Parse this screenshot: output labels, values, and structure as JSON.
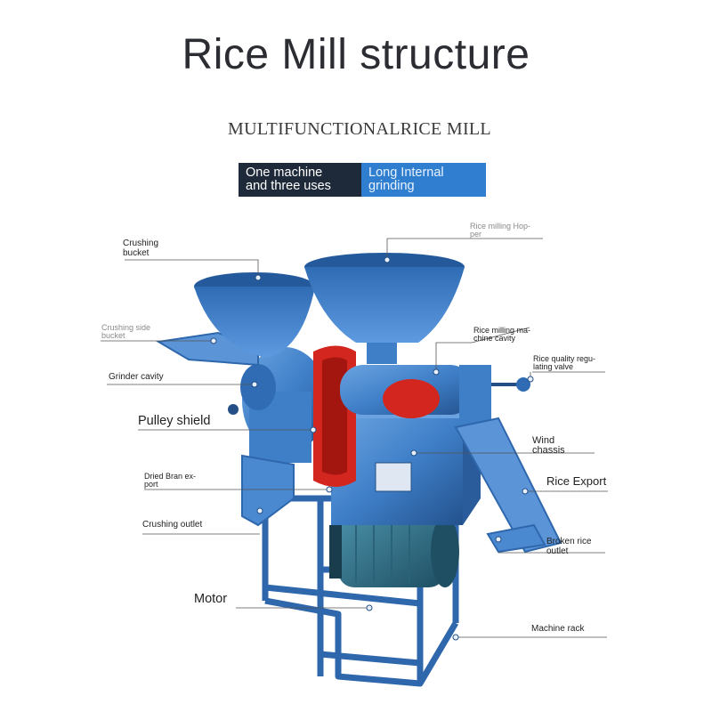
{
  "title": "Rice Mill structure",
  "subtitle": "MULTIFUNCTIONALRICE MILL",
  "badges": {
    "left": [
      "One machine",
      "and three uses"
    ],
    "right": [
      "Long Internal",
      "grinding"
    ]
  },
  "labels": {
    "crushing_bucket": [
      "Crushing",
      "bucket"
    ],
    "rice_milling_hopper": [
      "Rice milling Hop-",
      "per"
    ],
    "crushing_side_bucket": [
      "Crushing side",
      "bucket"
    ],
    "rice_milling_cavity": [
      "Rice milling ma-",
      "chine cavity"
    ],
    "grinder_cavity": "Grinder cavity",
    "rice_quality_valve": [
      "Rice quality regu-",
      "lating valve"
    ],
    "pulley_shield": "Pulley shield",
    "wind_chassis": [
      "Wind",
      "chassis"
    ],
    "dried_bran_export": [
      "Dried Bran ex-",
      "port"
    ],
    "rice_export": "Rice Export",
    "crushing_outlet": "Crushing outlet",
    "broken_rice_outlet": [
      "Broken rice",
      "outlet"
    ],
    "motor": "Motor",
    "machine_rack": "Machine rack"
  },
  "colors": {
    "machine_blue": "#3f7fc8",
    "machine_dark": "#244f86",
    "pulley_red": "#d2261f",
    "motor_teal": "#2f6f86"
  }
}
